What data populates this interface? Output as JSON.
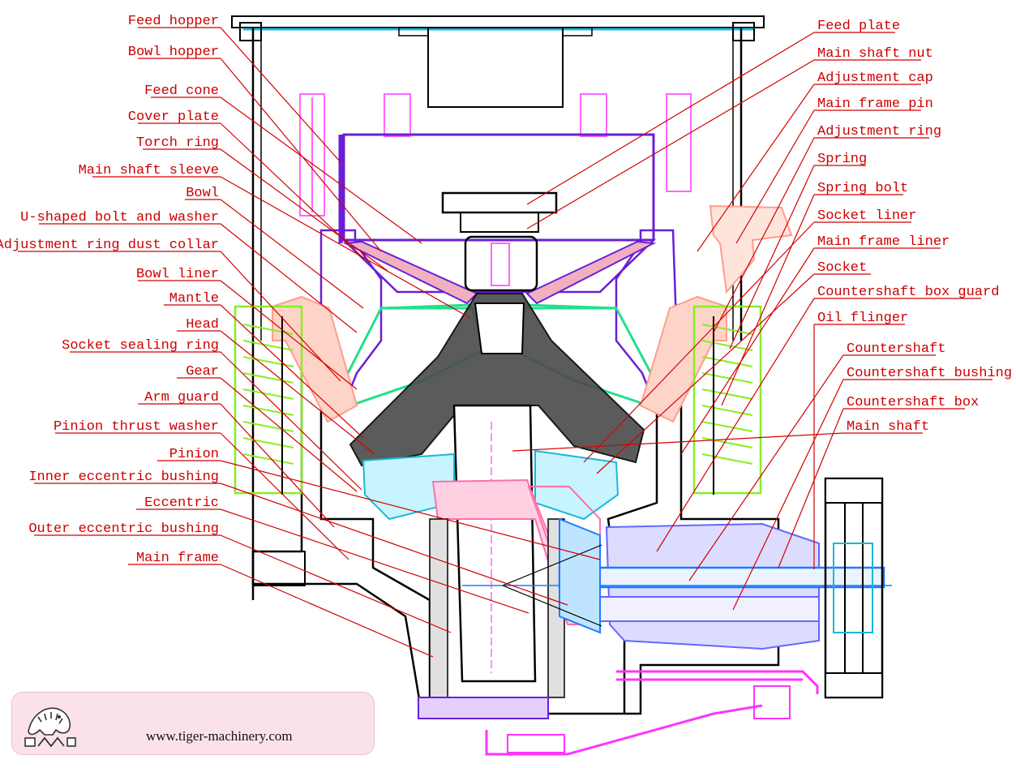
{
  "website": "www.tiger-machinery.com",
  "colors": {
    "label_text": "#cc0000",
    "leader_line": "#d40000",
    "frame_outline": "#000000",
    "bowl_purple": "#6a1fd6",
    "mantle_green": "#22e08a",
    "spring_green": "#88ee22",
    "head_dark": "#2a2a2a",
    "eccentric_pink": "#ff6fa8",
    "magenta_pipe": "#ff33ff",
    "countershaft_blue": "#6666ff",
    "main_shaft_blue": "#1e7bff",
    "adjustment_ring_salmon": "#ff9c8c",
    "cyan_guard": "#18b8d8",
    "brand_panel": "#fbe2ea"
  },
  "labels_left": [
    "Feed hopper",
    "Bowl hopper",
    "Feed cone",
    "Cover plate",
    "Torch ring",
    "Main shaft sleeve",
    "Bowl",
    "U-shaped bolt and washer",
    "Adjustment ring dust collar",
    "Bowl liner",
    "Mantle",
    "Head",
    "Socket sealing ring",
    "Gear",
    "Arm guard",
    "Pinion thrust washer",
    "Pinion",
    "Inner eccentric bushing",
    "Eccentric",
    "Outer eccentric bushing",
    "Main frame"
  ],
  "labels_right": [
    "Feed plate",
    "Main shaft nut",
    "Adjustment cap",
    "Main frame pin",
    "Adjustment ring",
    "Spring",
    "Spring bolt",
    "Socket liner",
    "Main frame liner",
    "Socket",
    "Countershaft box guard",
    "Oil flinger",
    "Countershaft",
    "Countershaft bushing",
    "Countershaft box",
    "Main shaft"
  ]
}
